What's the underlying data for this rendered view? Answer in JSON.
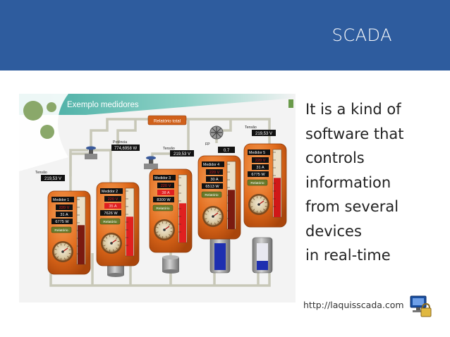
{
  "header": {
    "title": "SCADA"
  },
  "scada": {
    "title": "Exemplo medidores",
    "relatorio_total": "Relatório total",
    "labels": {
      "tensao": "Tensão",
      "potencia": "Potência",
      "fp": "FP",
      "relatorio": "Relatório"
    },
    "readings": {
      "tensao_left": "219,53 V",
      "potencia": "774,6958 W",
      "tensao_mid": "219,53 V",
      "fp": "0.7",
      "tensao_right": "219,53 V"
    },
    "meters": [
      {
        "name": "Medidor 1",
        "volts": "220 V",
        "amps": "31 A",
        "watts": "6775 W",
        "button": "Relatório"
      },
      {
        "name": "Medidor 2",
        "volts": "220 V",
        "amps": "35 A",
        "watts": "7626 W",
        "button": "Relatório"
      },
      {
        "name": "Medidor 3",
        "volts": "220 V",
        "amps": "38 A",
        "watts": "8300 W",
        "button": "Relatório"
      },
      {
        "name": "Medidor 4",
        "volts": "220 V",
        "amps": "30 A",
        "watts": "6513 W",
        "button": "Relatório"
      },
      {
        "name": "Medidor 5",
        "volts": "220 V",
        "amps": "31 A",
        "watts": "6775 W",
        "button": "Relatório"
      }
    ],
    "colors": {
      "meter_orange": "#e06a18",
      "alarm_red": "#e02020",
      "pipe": "#c8c8b8"
    }
  },
  "description": {
    "lines": [
      "It is a kind of",
      "software that",
      "controls",
      "information",
      "from several",
      "devices",
      "in real-time"
    ]
  },
  "footer": {
    "url": "http://laquisscada.com",
    "logo_icon": "computer-lock-icon"
  }
}
